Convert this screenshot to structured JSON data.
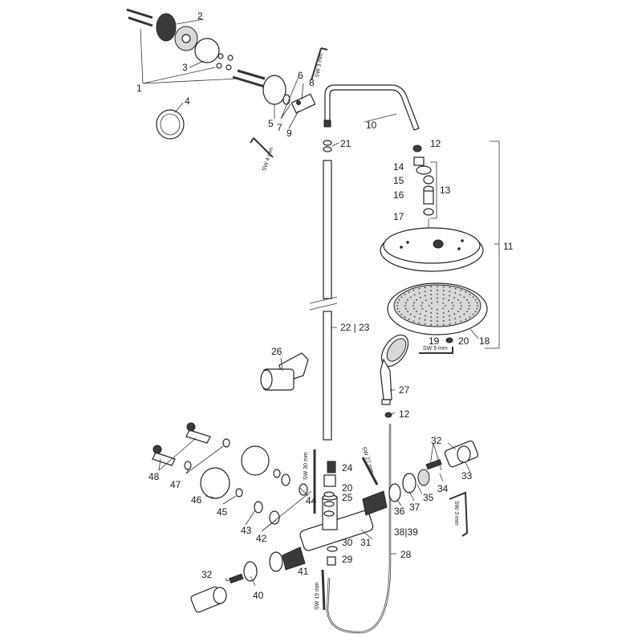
{
  "callouts": {
    "n1": "1",
    "n2": "2",
    "n3": "3",
    "n4": "4",
    "n5": "5",
    "n6": "6",
    "n7": "7",
    "n8": "8",
    "n9": "9",
    "n10": "10",
    "n11": "11",
    "n12a": "12",
    "n12b": "12",
    "n13": "13",
    "n14": "14",
    "n15": "15",
    "n16": "16",
    "n17": "17",
    "n18": "18",
    "n19": "19",
    "n20a": "20",
    "n20b": "20",
    "n21": "21",
    "n22_23": "22 | 23",
    "n24": "24",
    "n25": "25",
    "n26": "26",
    "n27": "27",
    "n28": "28",
    "n29": "29",
    "n30": "30",
    "n31": "31",
    "n32a": "32",
    "n32b": "32",
    "n33": "33",
    "n34": "34",
    "n35": "35",
    "n36": "36",
    "n37": "37",
    "n38_39": "38|39",
    "n40": "40",
    "n41": "41",
    "n42": "42",
    "n43": "43",
    "n44": "44",
    "n45": "45",
    "n46": "46",
    "n47": "47",
    "n48": "48"
  },
  "tools": {
    "sw3_top": "SW 3 mm",
    "sw4": "SW 4 mm",
    "sw5": "SW 5 mm",
    "sw30": "SW 30 mm",
    "sw27": "SW 27 mm",
    "sw3_right": "SW 3 mm",
    "sw19": "SW 19 mm"
  }
}
